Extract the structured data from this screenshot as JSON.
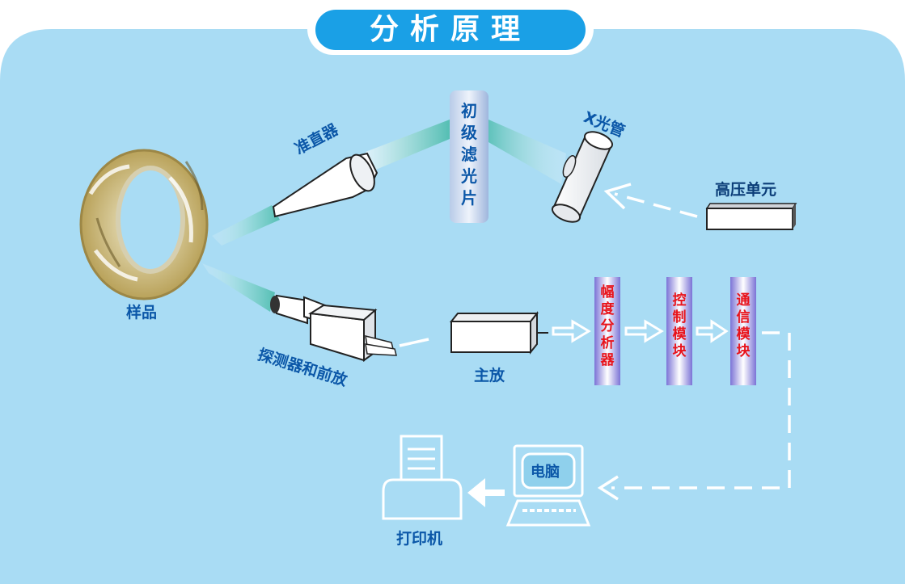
{
  "title": "分析原理",
  "labels": {
    "sample": "样品",
    "collimator": "准直器",
    "primary_filter": "初级滤光片",
    "xray_tube": "X光管",
    "high_voltage": "高压单元",
    "detector": "探测器和前放",
    "main_amp": "主放",
    "amplitude_analyzer": "幅度分析器",
    "control_module": "控制模块",
    "comm_module": "通信模块",
    "computer": "电脑",
    "printer": "打印机"
  },
  "colors": {
    "panel": "#a9dcf4",
    "title_bg": "#1aa0e6",
    "label_blue": "#0b57a8",
    "module_red": "#e8131b",
    "module_bar": "#8f8ae0",
    "beam": "#5cc6b4"
  },
  "icons": [
    "ring-sample-icon",
    "collimator-icon",
    "xray-tube-icon",
    "detector-icon",
    "amplifier-box-icon",
    "computer-icon",
    "printer-icon"
  ]
}
